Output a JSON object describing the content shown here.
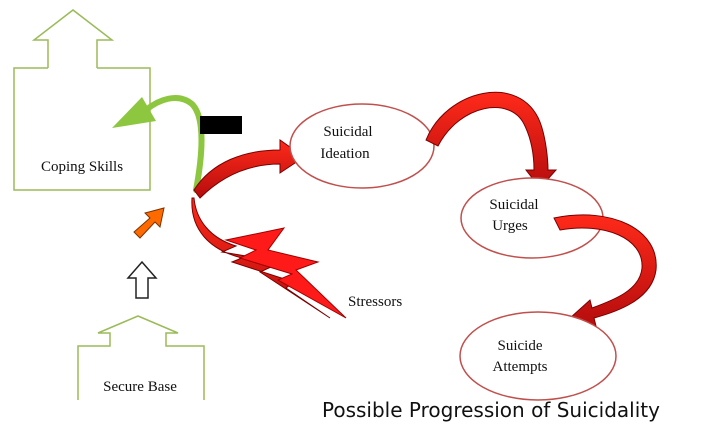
{
  "diagram": {
    "nodes": {
      "coping_skills": "Coping Skills",
      "secure_base": "Secure Base",
      "suicidal_ideation": [
        "Suicidal",
        "Ideation"
      ],
      "suicidal_urges": [
        "Suicidal",
        "Urges"
      ],
      "suicide_attempts": [
        "Suicide",
        "Attempts"
      ],
      "stressors": "Stressors"
    },
    "caption": "Possible Progression of Suicidality",
    "colors": {
      "box_outline": "#9bbb59",
      "ellipse_outline": "#c0504d",
      "red_arrow": "#e31a1c",
      "green_arrow": "#8dc63f",
      "orange_arrow": "#ff6a00",
      "block": "#000000"
    }
  }
}
